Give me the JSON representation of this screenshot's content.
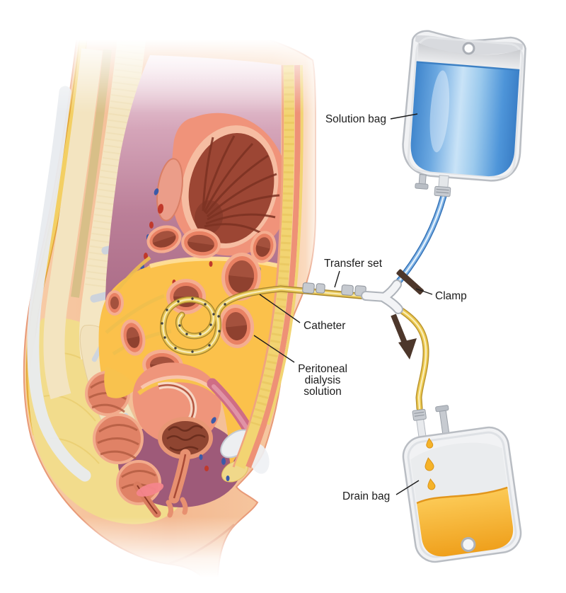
{
  "labels": {
    "solution_bag": "Solution bag",
    "transfer_set": "Transfer set",
    "clamp": "Clamp",
    "catheter": "Catheter",
    "peritoneal_dialysis_solution": {
      "line1": "Peritoneal",
      "line2": "dialysis",
      "line3": "solution"
    },
    "drain_bag": "Drain bag"
  },
  "icons": {
    "flow_arrow": "down-arrow-icon",
    "clamp_bar": "clamp-bar-icon"
  },
  "colors": {
    "label_text": "#1c1c1c",
    "pointer_line": "#1c1c1c",
    "clamp_brown": "#4d372b",
    "flow_arrow_brown": "#4d372b",
    "dialysate_yellow": "#fbc14b",
    "tube_yellow": "#e7c657",
    "tube_blue": "#4a8fd4",
    "solution_fluid_blue": "#4e95d9",
    "drain_fluid_amber": "#f2a722",
    "drop_amber": "#f5b32a",
    "cavity_pink": "#bb7f98",
    "skin_tone": "#f3bb93",
    "bag_plastic_gray": "#c9ccd1"
  }
}
